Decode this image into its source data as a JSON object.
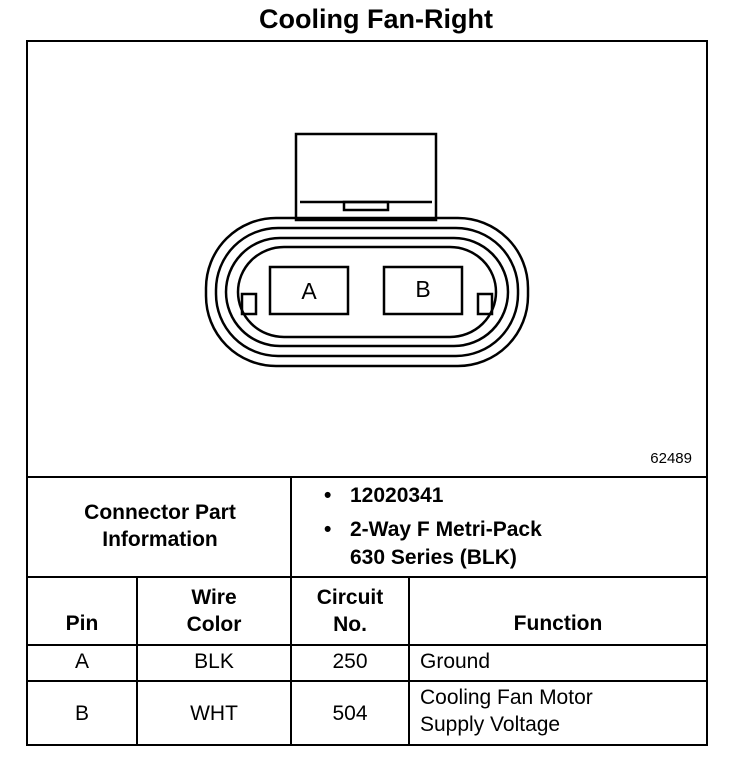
{
  "title": "Cooling Fan-Right",
  "figure_number": "62489",
  "connector": {
    "pins": [
      "A",
      "B"
    ]
  },
  "connector_info": {
    "label_line1": "Connector Part",
    "label_line2": "Information",
    "bullet": "•",
    "part_number": "12020341",
    "description_line1": "2-Way F Metri-Pack",
    "description_line2": "630 Series (BLK)"
  },
  "table": {
    "headers": {
      "pin": "Pin",
      "wire_color_line1": "Wire",
      "wire_color_line2": "Color",
      "circuit_line1": "Circuit",
      "circuit_line2": "No.",
      "function": "Function"
    },
    "rows": [
      {
        "pin": "A",
        "wire_color": "BLK",
        "circuit": "250",
        "function_line1": "Ground",
        "function_line2": ""
      },
      {
        "pin": "B",
        "wire_color": "WHT",
        "circuit": "504",
        "function_line1": "Cooling Fan Motor",
        "function_line2": "Supply Voltage"
      }
    ]
  }
}
